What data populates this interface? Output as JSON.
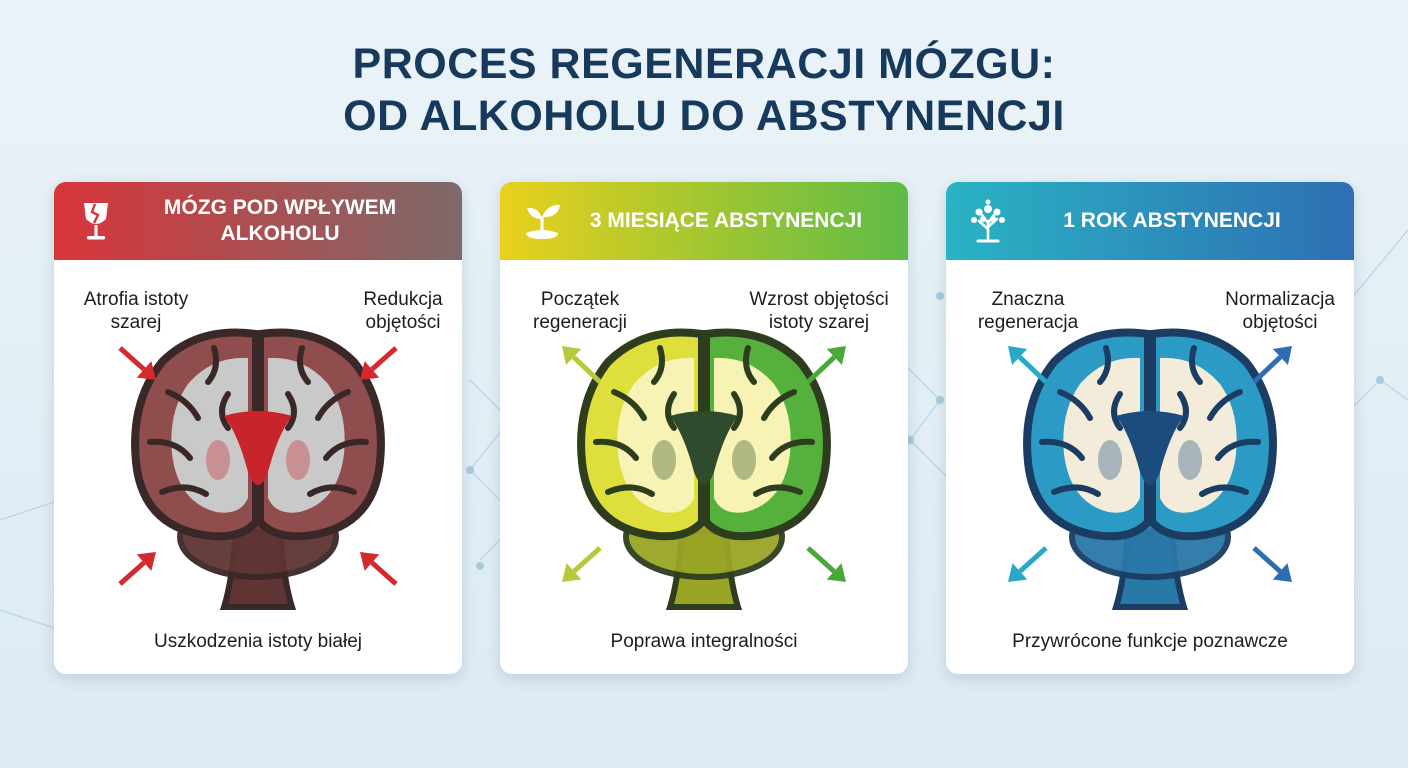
{
  "title": {
    "line1": "PROCES REGENERACJI MÓZGU:",
    "line2": "OD ALKOHOLU DO ABSTYNENCJI"
  },
  "cards": [
    {
      "header": "MÓZG POD WPŁYWEM ALKOHOLU",
      "icon": "broken-wine-glass-icon",
      "gradient": [
        "#d8353a",
        "#7d6a6a"
      ],
      "label_left": "Atrofia istoty szarej",
      "label_right": "Redukcja objętości",
      "caption": "Uszkodzenia istoty białej",
      "colors": {
        "outline": "#3a2727",
        "cortex": "#8f4d4d",
        "white": "#c9c9c9",
        "core": "#c8242c",
        "stem": "#5e3434",
        "arrow": "#d42a2f"
      },
      "arrow_direction": "inward"
    },
    {
      "header": "3 MIESIĄCE ABSTYNENCJI",
      "icon": "sprout-icon",
      "gradient": [
        "#e9d11c",
        "#5dbb46"
      ],
      "label_left": "Początek regeneracji",
      "label_right": "Wzrost objętości istoty szarej",
      "caption": "Poprawa integralności",
      "colors": {
        "outline": "#2e3d1e",
        "cortex": "#dede3c",
        "white": "#f6f3b4",
        "core": "#2f4a2c",
        "stem": "#98a524",
        "arrow": "#b9c83a",
        "arrow_right": "#4aa83a",
        "cortex_right": "#56b03c"
      },
      "arrow_direction": "outward"
    },
    {
      "header": "1 ROK ABSTYNENCJI",
      "icon": "tree-icon",
      "gradient": [
        "#2ab3c4",
        "#2e6fb3"
      ],
      "label_left": "Znaczna regeneracja",
      "label_right": "Normalizacja objętości",
      "caption": "Przywrócone funkcje poznawcze",
      "colors": {
        "outline": "#1b3c63",
        "cortex": "#2b9bc6",
        "white": "#f3ecda",
        "core": "#1c4c7d",
        "stem": "#2a78a8",
        "arrow": "#29a9c8",
        "arrow_right": "#2d6eb2"
      },
      "arrow_direction": "outward"
    }
  ]
}
